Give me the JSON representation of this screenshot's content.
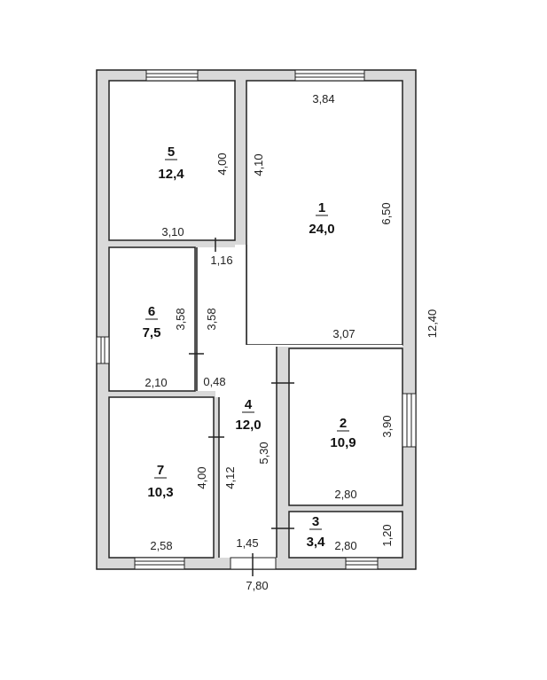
{
  "colors": {
    "wall": "#4a4a4a",
    "inner": "#ffffff",
    "shell": "#d9d9d9",
    "line": "#222222"
  },
  "rooms": [
    {
      "number": "1",
      "area": "24,0"
    },
    {
      "number": "2",
      "area": "10,9"
    },
    {
      "number": "3",
      "area": "3,4"
    },
    {
      "number": "4",
      "area": "12,0"
    },
    {
      "number": "5",
      "area": "12,4"
    },
    {
      "number": "6",
      "area": "7,5"
    },
    {
      "number": "7",
      "area": "10,3"
    }
  ],
  "dimensions": {
    "r1_width": "3,84",
    "r1_height": "6,50",
    "r1_left": "4,10",
    "r1_bottom": "3,07",
    "r5_height": "4,00",
    "r5_bottom": "3,10",
    "gap_116": "1,16",
    "r6_right": "3,58",
    "r6_hall": "3,58",
    "r6_bottom": "2,10",
    "gap_048": "0,48",
    "r2_height": "3,90",
    "r2_bottom": "2,80",
    "r4_height": "5,30",
    "r7_height": "4,00",
    "r7_hall": "4,12",
    "r7_bottom": "2,58",
    "r3_width": "2,80",
    "r3_height": "1,20",
    "entry": "1,45",
    "total_width": "7,80",
    "total_height": "12,40"
  }
}
